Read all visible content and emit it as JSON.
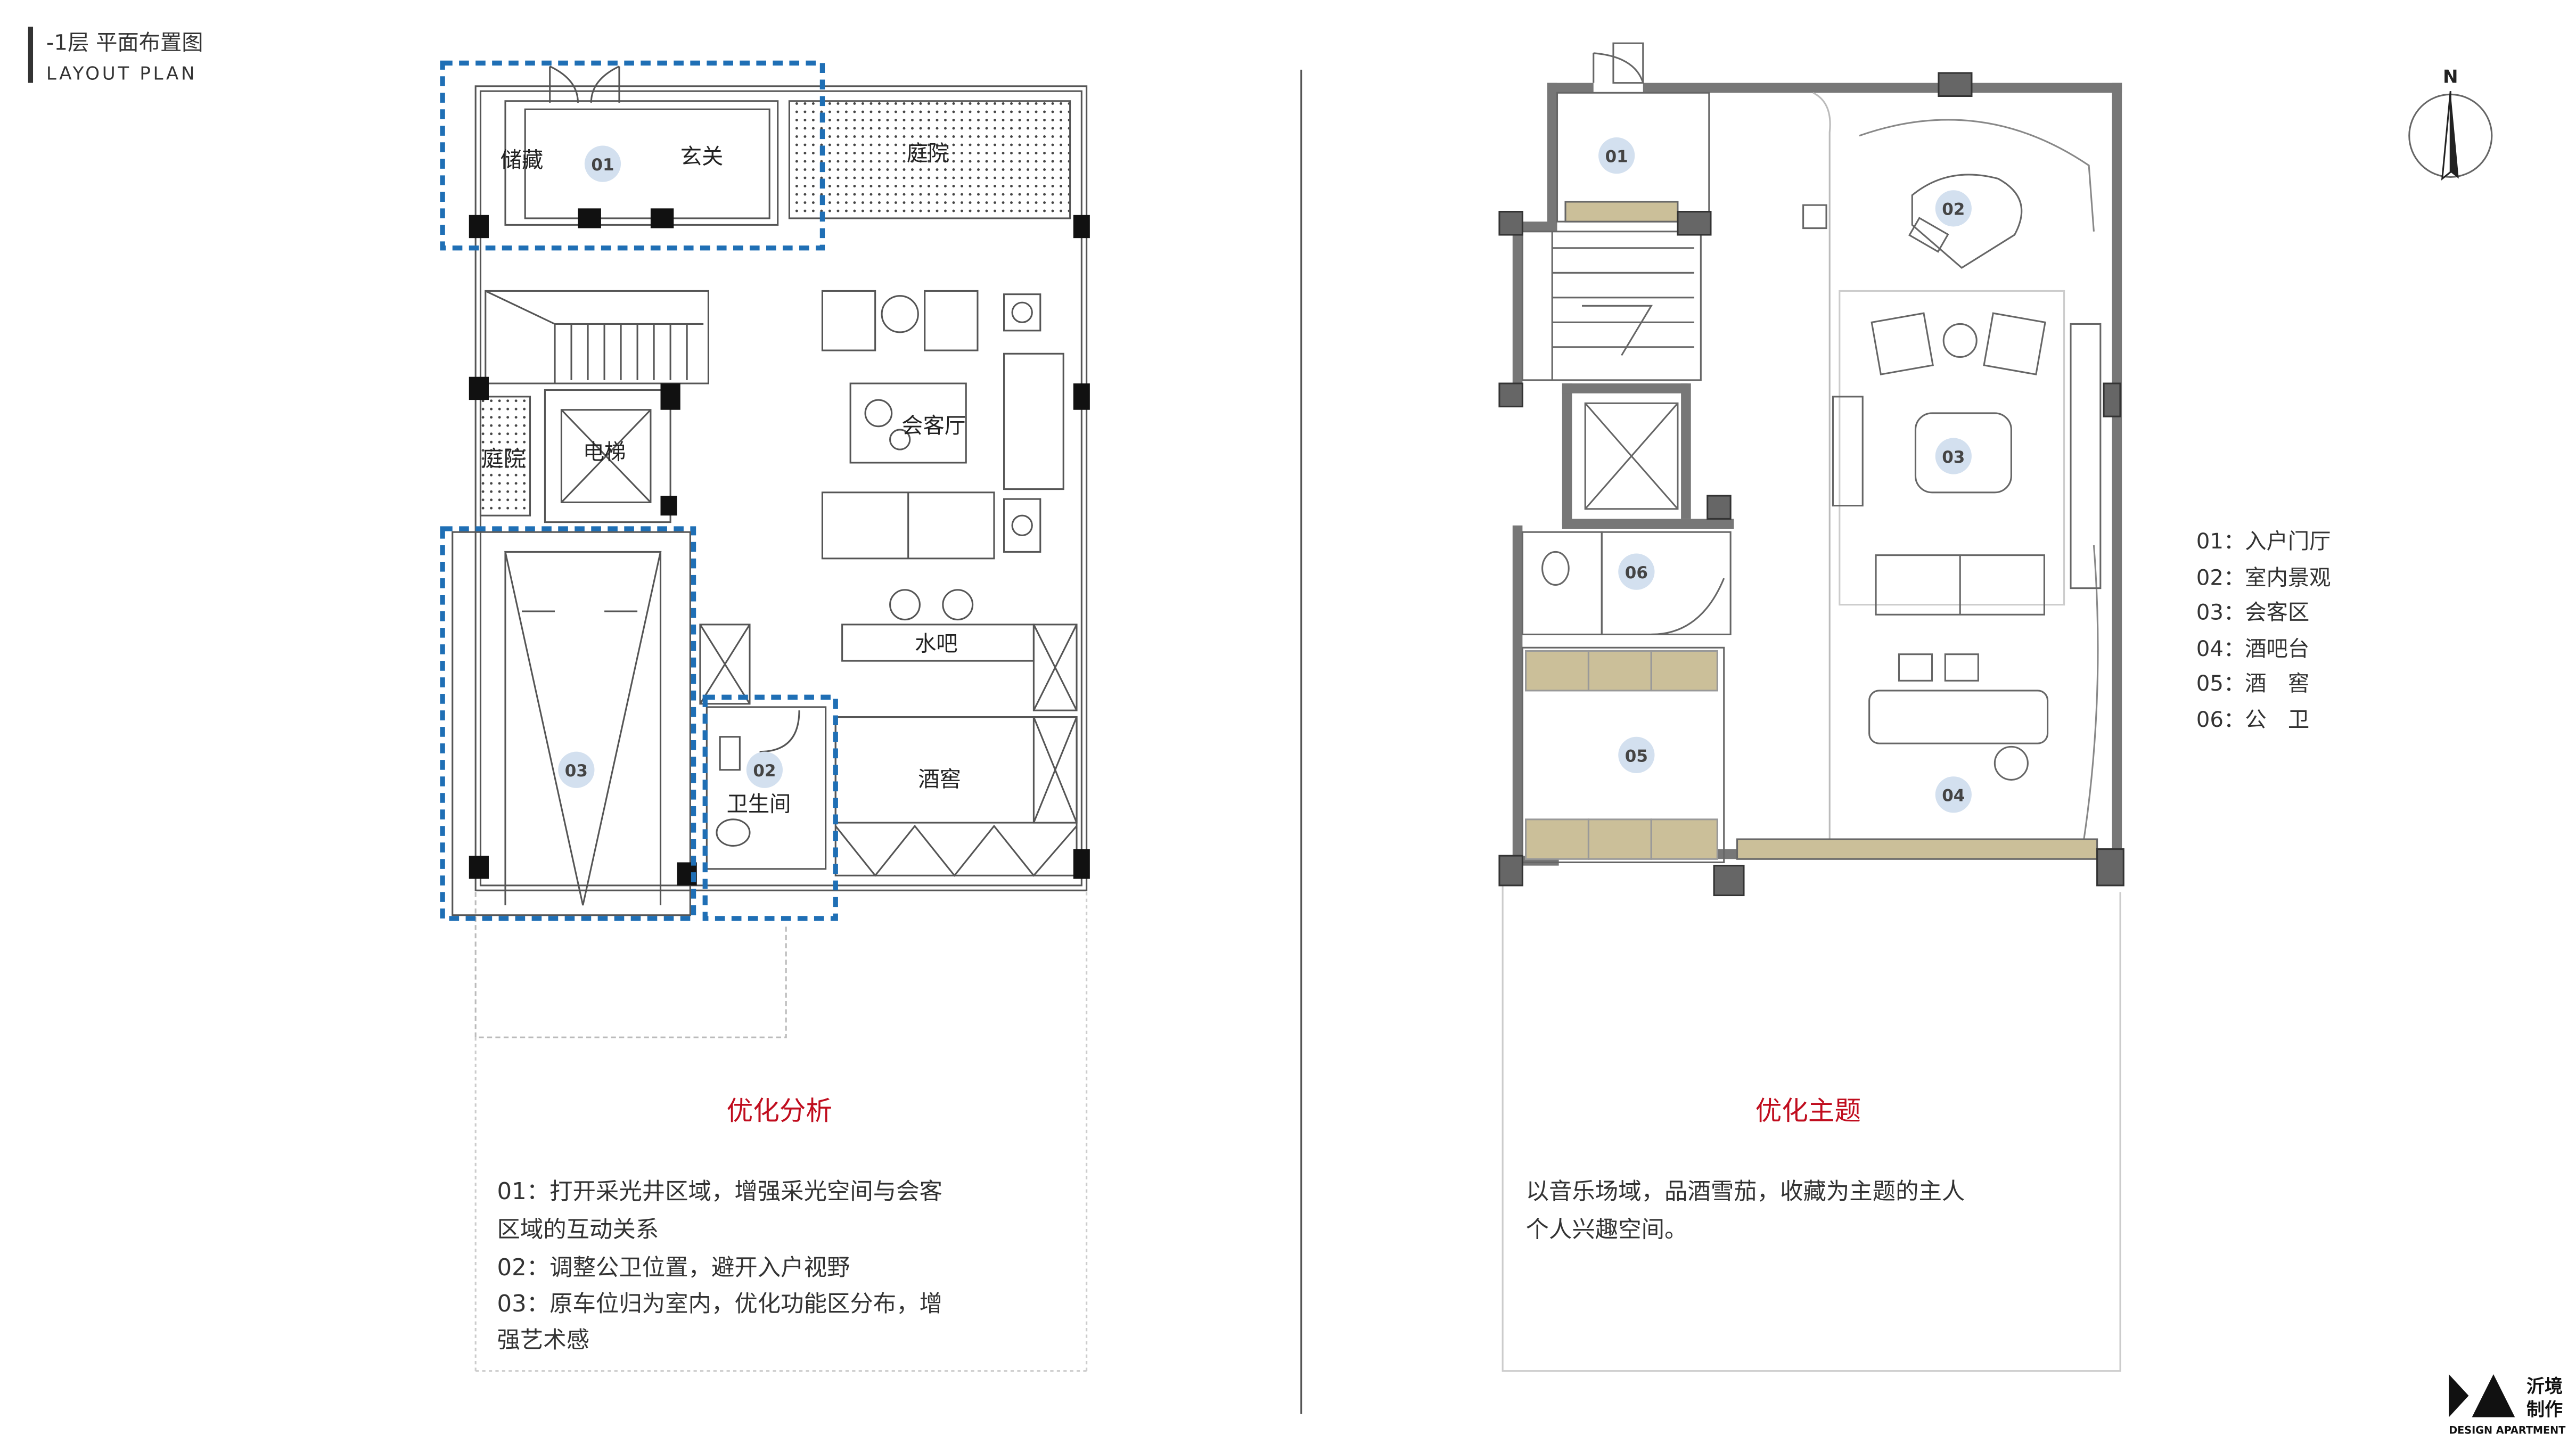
{
  "header": {
    "title_cn": "-1层 平面布置图",
    "title_en": "LAYOUT PLAN"
  },
  "plan_left": {
    "rooms": {
      "storage": "储藏",
      "foyer": "玄关",
      "courtyard_top": "庭院",
      "courtyard_side": "庭院",
      "elevator": "电梯",
      "reception": "会客厅",
      "water_bar": "水吧",
      "bathroom": "卫生间",
      "wine_cellar": "酒窖"
    },
    "markers": {
      "m01": "01",
      "m02": "02",
      "m03": "03"
    }
  },
  "plan_right": {
    "markers": {
      "m01": "01",
      "m02": "02",
      "m03": "03",
      "m04": "04",
      "m05": "05",
      "m06": "06"
    }
  },
  "north": {
    "label": "N"
  },
  "legend": {
    "items": [
      "01：入户门厅",
      "02：室内景观",
      "03：会客区",
      "04：酒吧台",
      "05：酒　窖",
      "06：公　卫"
    ]
  },
  "analysis": {
    "title": "优化分析",
    "lines": [
      "01：打开采光井区域，增强采光空间与会客",
      "区域的互动关系",
      "02：调整公卫位置，避开入户视野",
      "03：原车位归为室内，优化功能区分布，增",
      "强艺术感"
    ]
  },
  "theme": {
    "title": "优化主题",
    "lines": [
      "以音乐场域，品酒雪茄，收藏为主题的主人",
      "个人兴趣空间。"
    ]
  },
  "logo": {
    "cn_top": "沂境",
    "cn_bottom": "制作",
    "en": "DESIGN APARTMENT"
  },
  "colors": {
    "accent_red": "#c00d1e",
    "accent_blue": "#1f6fb5",
    "marker_fill": "#d3e0ef",
    "wall_gray": "#707070",
    "wood": "#cbbf99"
  }
}
